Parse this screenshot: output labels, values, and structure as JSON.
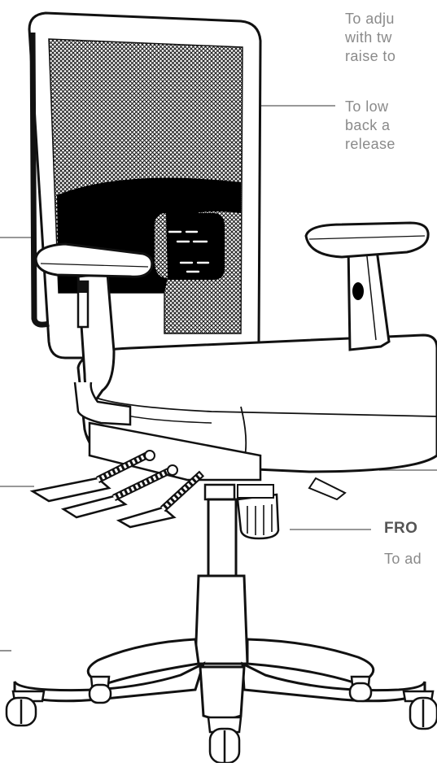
{
  "callouts": {
    "backrest": {
      "line1": "To adju",
      "line2": "with tw",
      "line3": "raise to",
      "line4": "To low",
      "line5": "back a",
      "line6": "release"
    },
    "front": {
      "title": "FRO",
      "text": "To ad"
    }
  },
  "colors": {
    "ink": "#1a1a1a",
    "mesh": "#2a2a2a",
    "lumbar": "#000000",
    "callout_text": "#8a8a8a",
    "leader": "#777777"
  }
}
